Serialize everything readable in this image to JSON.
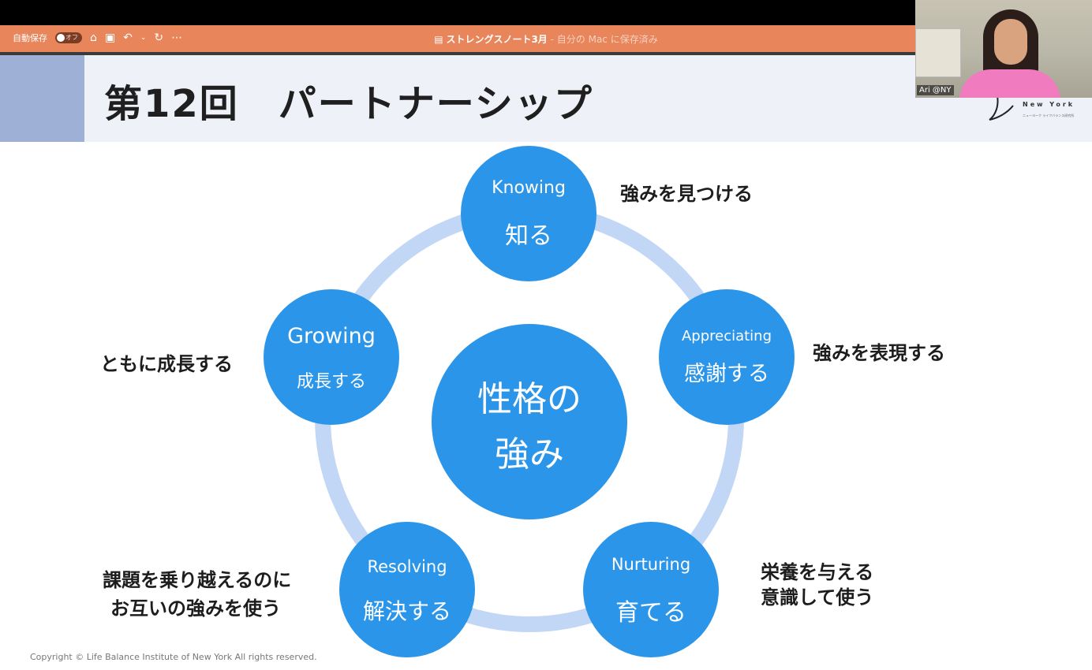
{
  "app": {
    "autosave_label": "自動保存",
    "autosave_state": "オフ",
    "doc_title": "ストレングスノート3月",
    "doc_status": " - 自分の Mac に保存済み"
  },
  "slide": {
    "title": "第12回　パートナーシップ",
    "logo_text": "New York",
    "logo_sub": "ニューヨーク ライフバランス研究所",
    "copyright": "Copyright © Life Balance Institute of New York All rights reserved.",
    "center": {
      "line1": "性格の",
      "line2": "強み"
    },
    "nodes": [
      {
        "en": "Knowing",
        "jp": "知る",
        "desc1": "強みを見つける"
      },
      {
        "en": "Appreciating",
        "jp": "感謝する",
        "desc1": "強みを表現する"
      },
      {
        "en": "Nurturing",
        "jp": "育てる",
        "desc1": "栄養を与える",
        "desc2": "意識して使う"
      },
      {
        "en": "Resolving",
        "jp": "解決する",
        "desc1": "課題を乗り越えるのに",
        "desc2": "お互いの強みを使う"
      },
      {
        "en": "Growing",
        "jp": "成長する",
        "desc1": "ともに成長する"
      }
    ]
  },
  "webcam": {
    "name": "Ari @NY"
  },
  "colors": {
    "titlebar": "#e8855a",
    "node": "#2b95e9",
    "ring": "#c2d6f6",
    "header_accent": "#9fb0d6"
  }
}
